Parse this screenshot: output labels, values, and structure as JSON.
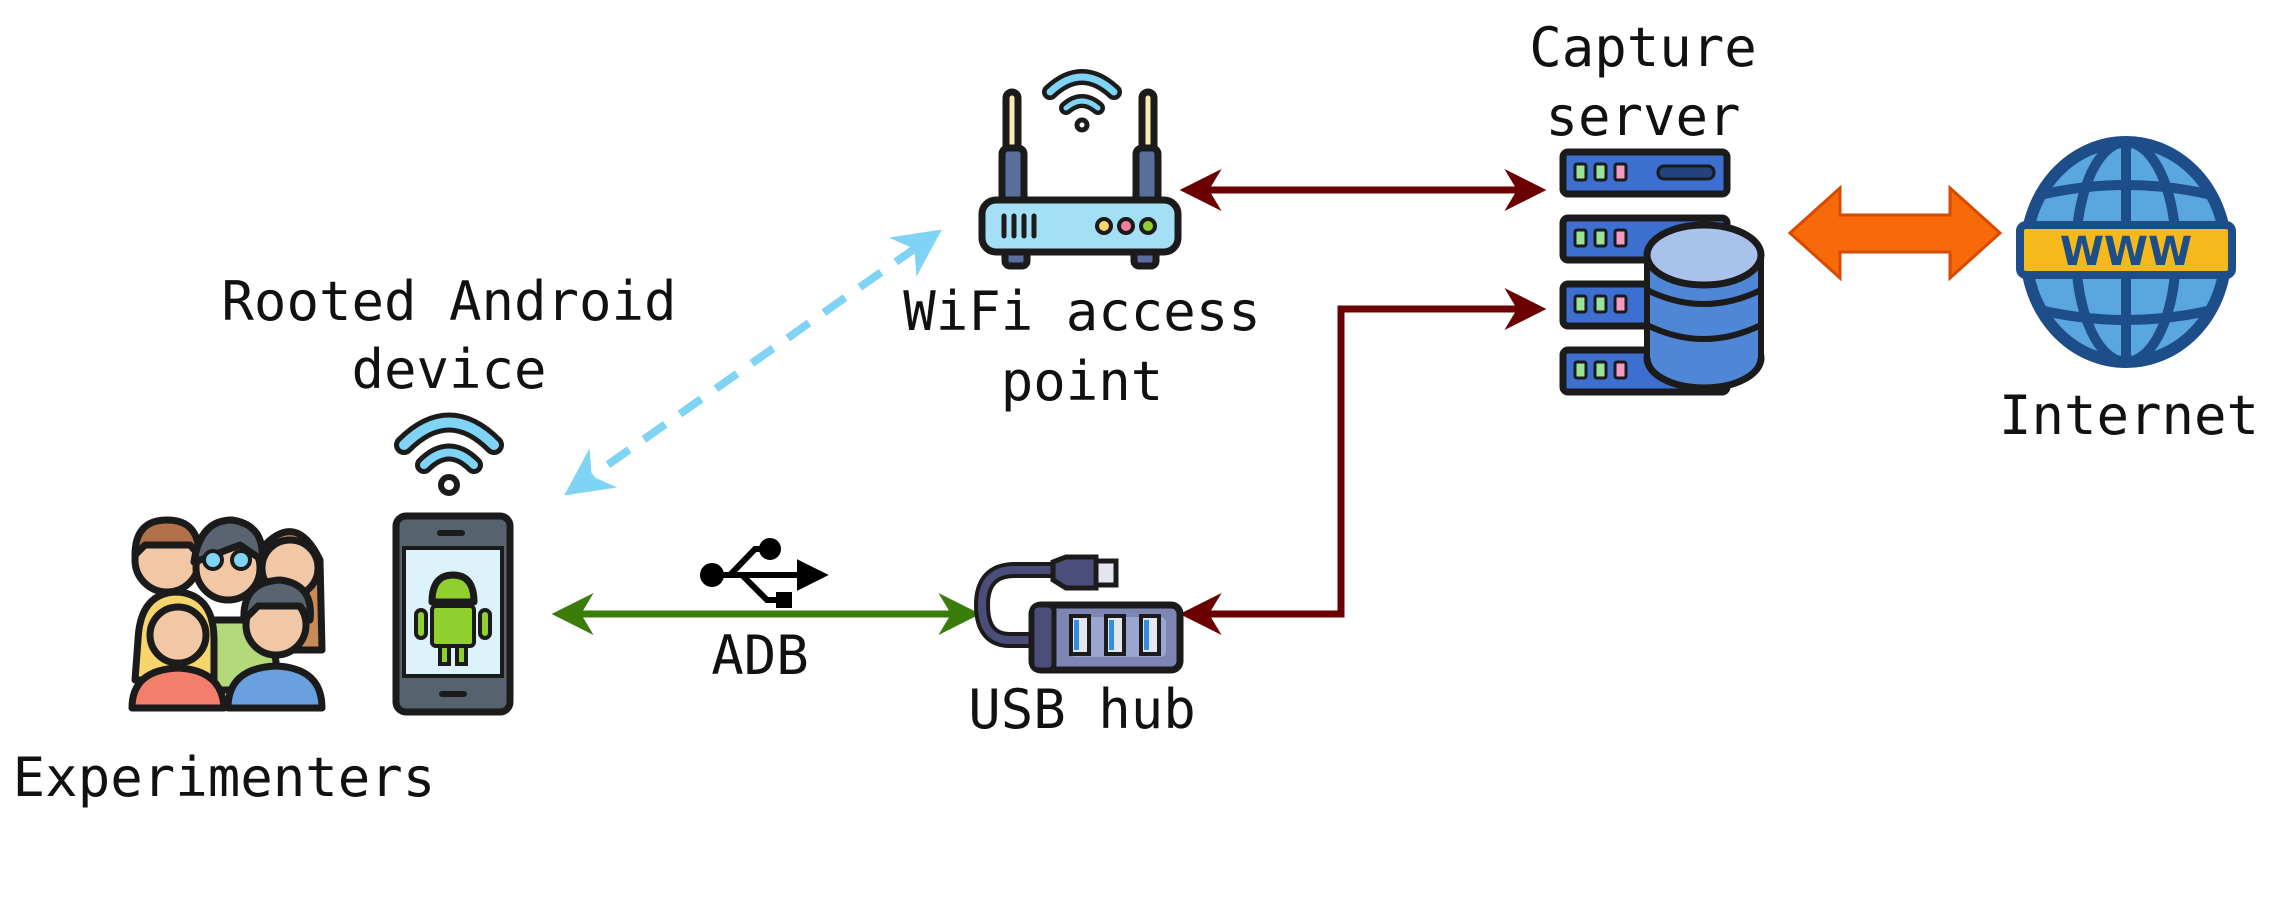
{
  "nodes": {
    "phone": {
      "label_line1": "Rooted Android",
      "label_line2": "device",
      "icon": "android-phone-icon"
    },
    "experimenters": {
      "label": "Experimenters",
      "icon": "people-group-icon"
    },
    "router": {
      "label_line1": "WiFi access",
      "label_line2": "point",
      "icon": "wifi-router-icon"
    },
    "usb_hub": {
      "label": "USB hub",
      "icon": "usb-hub-icon"
    },
    "server": {
      "label_line1": "Capture",
      "label_line2": "server",
      "icon": "server-database-icon"
    },
    "internet": {
      "label": "Internet",
      "icon": "www-globe-icon",
      "globe_text": "WWW"
    }
  },
  "edges": {
    "adb": {
      "label": "ADB",
      "icon": "usb-symbol-icon",
      "color": "#3a7d0a"
    },
    "wifi_link": {
      "color": "#7fd3f5",
      "style": "dashed"
    },
    "server_links": {
      "color": "#6b0000"
    },
    "internet_link": {
      "color": "#f66a0a"
    }
  }
}
